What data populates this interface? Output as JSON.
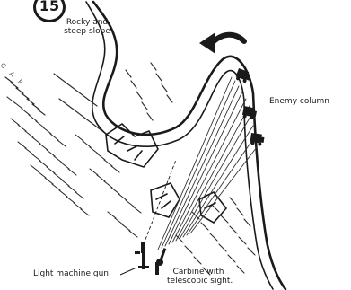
{
  "figure": {
    "number": "15"
  },
  "labels": {
    "rocky_slope_line1": "Rocky and",
    "rocky_slope_line2": "steep slope",
    "gap": "G A P",
    "enemy_column": "Enemy column",
    "light_machine_gun": "Light machine gun",
    "carbine_line1": "Carbine with",
    "carbine_line2": "telescopic sight."
  },
  "colors": {
    "ink": "#1a1a1a",
    "paper": "#ffffff"
  },
  "icons": {
    "direction": "curved-arrow-left-icon",
    "vehicles": "truck-icon",
    "weapon": "machine-gun-icon"
  }
}
